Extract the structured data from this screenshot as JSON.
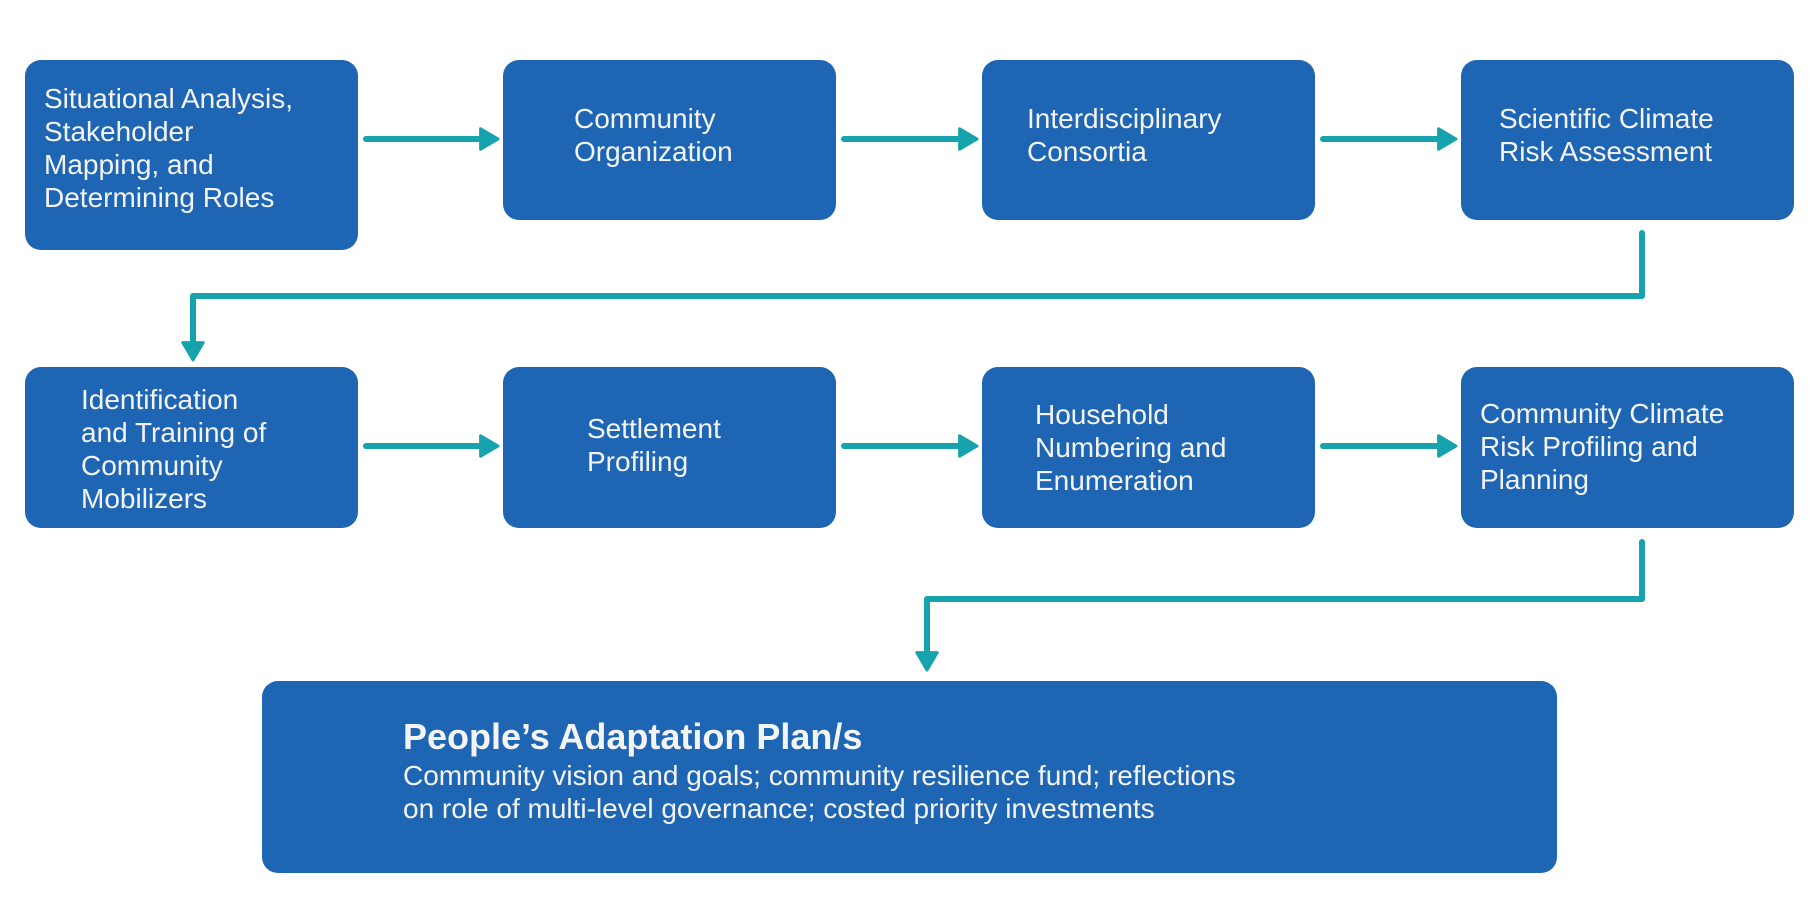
{
  "colors": {
    "box_fill": "#1e66b4",
    "box_text": "#f4f4f4",
    "connector": "#16a3ad",
    "background": "#ffffff"
  },
  "steps": [
    {
      "lines": [
        "Situational Analysis,",
        "Stakeholder",
        "Mapping, and",
        "Determining Roles"
      ]
    },
    {
      "lines": [
        "Community",
        "Organization"
      ]
    },
    {
      "lines": [
        "Interdisciplinary",
        "Consortia"
      ]
    },
    {
      "lines": [
        "Scientific Climate",
        "Risk Assessment"
      ]
    },
    {
      "lines": [
        "Identification",
        "and Training of",
        "Community",
        "Mobilizers"
      ]
    },
    {
      "lines": [
        "Settlement",
        "Profiling"
      ]
    },
    {
      "lines": [
        "Household",
        "Numbering and",
        "Enumeration"
      ]
    },
    {
      "lines": [
        "Community Climate",
        "Risk Profiling and",
        "Planning"
      ]
    }
  ],
  "final": {
    "title": "People’s Adaptation Plan/s",
    "desc_lines": [
      "Community vision and goals; community resilience fund; reflections",
      "on role of multi-level governance; costed priority investments"
    ]
  }
}
